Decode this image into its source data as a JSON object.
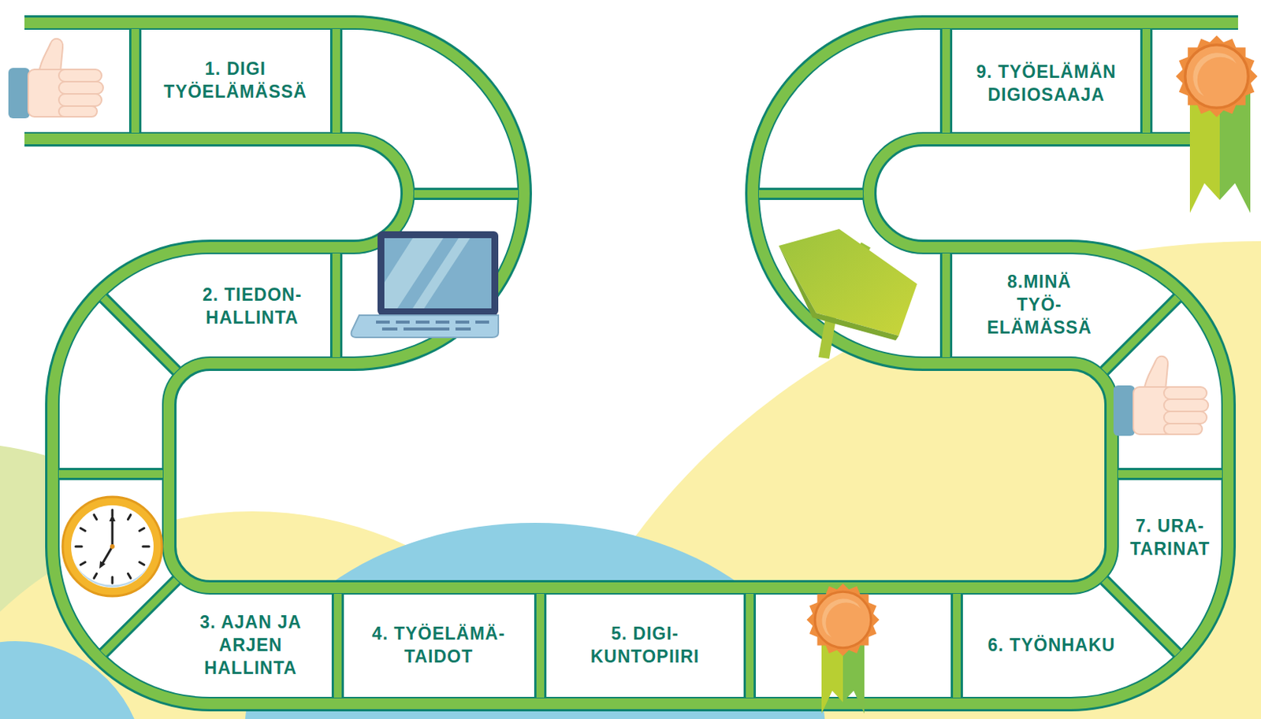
{
  "diagram": {
    "nodes": [
      {
        "text": [
          "1. DIGI TYÖELÄMÄSSÄ"
        ]
      },
      {
        "text": [
          "2. TIEDON- HALLINTA"
        ]
      },
      {
        "text": [
          "3. AJAN JA ARJEN HALLINTA"
        ]
      },
      {
        "text": [
          "4. TYÖELÄMÄ- TAIDOT"
        ]
      },
      {
        "text": [
          "5. DIGI- KUNTOPIIRI"
        ]
      },
      {
        "text": [
          "6. TYÖNHAKU"
        ]
      },
      {
        "text": [
          "7. URA- TARINAT"
        ]
      },
      {
        "text": [
          "8.MINÄ TYÖ- ELÄMÄSSÄ"
        ]
      },
      {
        "text": [
          "9. TYÖELÄMÄN DIGIOSAAJA"
        ]
      }
    ]
  }
}
